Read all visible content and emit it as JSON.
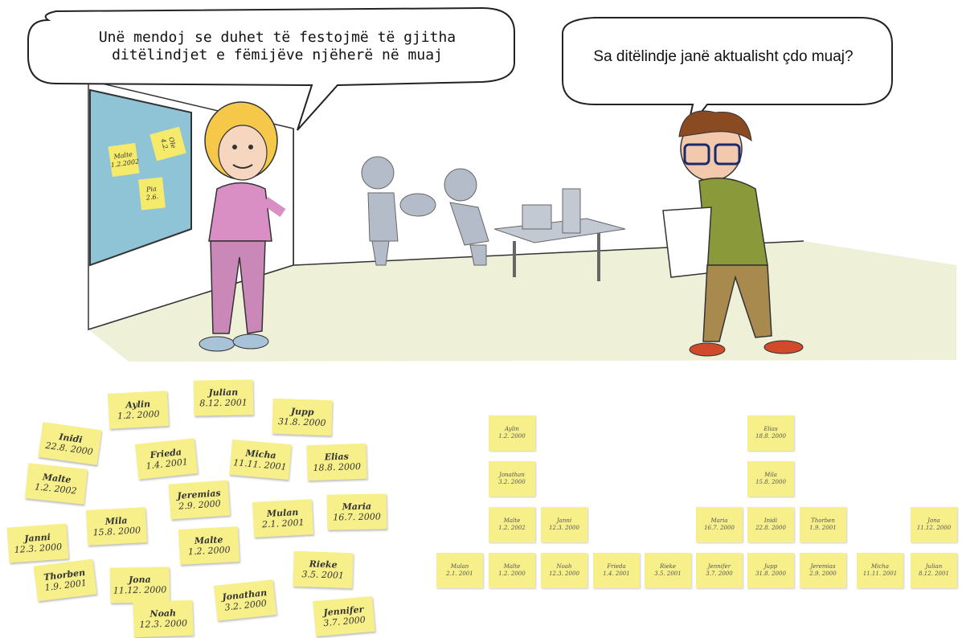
{
  "speech": {
    "left": "Unë mendoj se duhet të festojmë të gjitha ditëlindjet e fëmijëve njëherë në muaj",
    "right": "Sa ditëlindje janë aktualisht çdo muaj?"
  },
  "whiteboard_notes": [
    {
      "line1": "Malte",
      "line2": "1.2.2002"
    },
    {
      "line1": "Ole",
      "line2": "4.2."
    },
    {
      "line1": "Pia",
      "line2": "2.6."
    }
  ],
  "scattered_notes": [
    {
      "name": "Aylin",
      "date": "1.2. 2000"
    },
    {
      "name": "Julian",
      "date": "8.12. 2001"
    },
    {
      "name": "Jupp",
      "date": "31.8. 2000"
    },
    {
      "name": "Inidi",
      "date": "22.8. 2000"
    },
    {
      "name": "Frieda",
      "date": "1.4. 2001"
    },
    {
      "name": "Micha",
      "date": "11.11. 2001"
    },
    {
      "name": "Elias",
      "date": "18.8. 2000"
    },
    {
      "name": "Malte",
      "date": "1.2. 2002"
    },
    {
      "name": "Jeremias",
      "date": "2.9. 2000"
    },
    {
      "name": "Mulan",
      "date": "2.1. 2001"
    },
    {
      "name": "Maria",
      "date": "16.7. 2000"
    },
    {
      "name": "Mila",
      "date": "15.8. 2000"
    },
    {
      "name": "Janni",
      "date": "12.3. 2000"
    },
    {
      "name": "Malte",
      "date": "1.2. 2000"
    },
    {
      "name": "Rieke",
      "date": "3.5. 2001"
    },
    {
      "name": "Thorben",
      "date": "1.9. 2001"
    },
    {
      "name": "Jona",
      "date": "11.12. 2000"
    },
    {
      "name": "Jonathan",
      "date": "3.2. 2000"
    },
    {
      "name": "Noah",
      "date": "12.3. 2000"
    },
    {
      "name": "Jennifer",
      "date": "3.7. 2000"
    }
  ],
  "grid_notes": [
    {
      "name": "Aylin",
      "date": "1.2. 2000"
    },
    {
      "name": "Jonathan",
      "date": "3.2. 2000"
    },
    {
      "name": "Malte",
      "date": "1.2. 2002"
    },
    {
      "name": "Janni",
      "date": "12.3. 2000"
    },
    {
      "name": "Elias",
      "date": "18.8. 2000"
    },
    {
      "name": "Mila",
      "date": "15.8. 2000"
    },
    {
      "name": "Maria",
      "date": "16.7. 2000"
    },
    {
      "name": "Inidi",
      "date": "22.8. 2000"
    },
    {
      "name": "Thorben",
      "date": "1.9. 2001"
    },
    {
      "name": "Jona",
      "date": "11.12. 2000"
    },
    {
      "name": "Mulan",
      "date": "2.1. 2001"
    },
    {
      "name": "Malte",
      "date": "1.2. 2000"
    },
    {
      "name": "Noah",
      "date": "12.3. 2000"
    },
    {
      "name": "Frieda",
      "date": "1.4. 2001"
    },
    {
      "name": "Rieke",
      "date": "3.5. 2001"
    },
    {
      "name": "Jennifer",
      "date": "3.7. 2000"
    },
    {
      "name": "Jupp",
      "date": "31.8. 2000"
    },
    {
      "name": "Jeremias",
      "date": "2.9. 2000"
    },
    {
      "name": "Micha",
      "date": "11.11. 2001"
    },
    {
      "name": "Julian",
      "date": "8.12. 2001"
    }
  ]
}
